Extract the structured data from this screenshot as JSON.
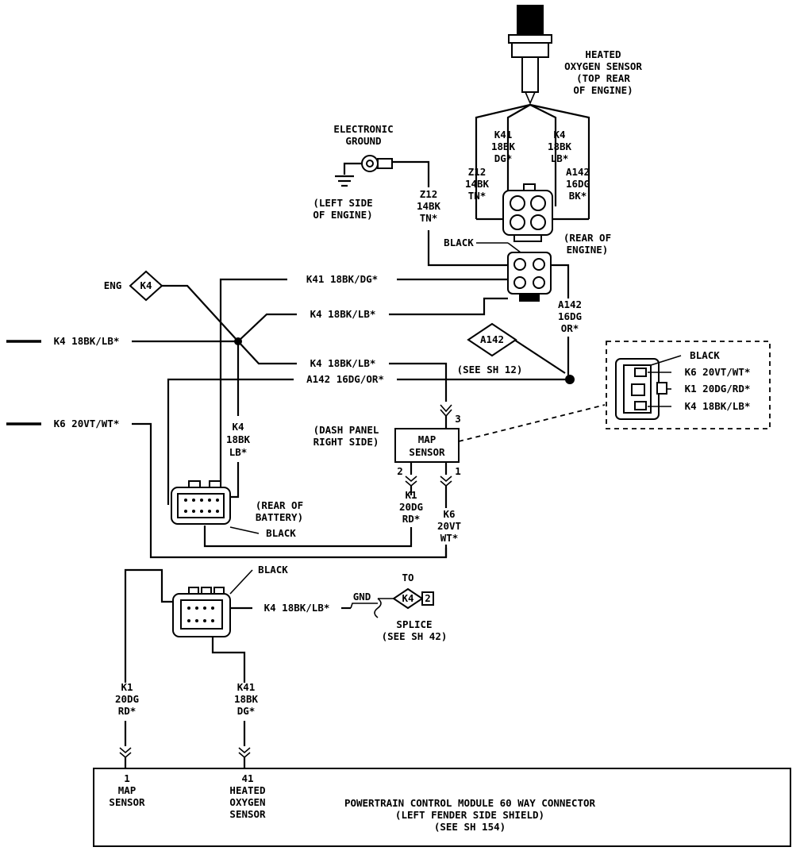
{
  "sensor": {
    "title": [
      "HEATED",
      "OXYGEN SENSOR",
      "(TOP REAR",
      "OF ENGINE)"
    ]
  },
  "sensor_wires": {
    "k41": [
      "K41",
      "18BK",
      "DG*"
    ],
    "k4": [
      "K4",
      "18BK",
      "LB*"
    ],
    "z12": [
      "Z12",
      "14BK",
      "TN*"
    ],
    "a142": [
      "A142",
      "16DG",
      "BK*"
    ]
  },
  "ground": {
    "title": [
      "ELECTRONIC",
      "GROUND"
    ],
    "location": [
      "(LEFT SIDE",
      "OF ENGINE)"
    ],
    "wire": [
      "Z12",
      "14BK",
      "TN*"
    ]
  },
  "rear_engine": {
    "color": "BLACK",
    "location": [
      "(REAR OF",
      "ENGINE)"
    ],
    "a142": [
      "A142",
      "16DG",
      "OR*"
    ]
  },
  "eng_splice": {
    "label": "ENG",
    "tag": "K4"
  },
  "a142_splice": {
    "tag": "A142"
  },
  "wires": {
    "k41_main": "K41 18BK/DG*",
    "k4_main": "K4 18BK/LB*",
    "k4_left": "K4 18BK/LB*",
    "k4_map": "K4 18BK/LB*",
    "see_sh12": "(SEE SH 12)",
    "a142_main": "A142 16DG/OR*",
    "k6_left": "K6 20VT/WT*",
    "k4_vertical": [
      "K4",
      "18BK",
      "LB*"
    ]
  },
  "map_sensor": {
    "name": [
      "MAP",
      "SENSOR"
    ],
    "location": [
      "(DASH PANEL",
      "RIGHT SIDE)"
    ],
    "pins": [
      "3",
      "2",
      "1"
    ],
    "k1": [
      "K1",
      "20DG",
      "RD*"
    ],
    "k6": [
      "K6",
      "20VT",
      "WT*"
    ]
  },
  "map_connector_detail": {
    "color": "BLACK",
    "lines": [
      "K6 20VT/WT*",
      "K1 20DG/RD*",
      "K4 18BK/LB*"
    ]
  },
  "battery_connector": {
    "location": [
      "(REAR OF",
      "BATTERY)"
    ],
    "color": "BLACK"
  },
  "lower_connector": {
    "color": "BLACK",
    "wire": "K4 18BK/LB*",
    "gnd": "GND",
    "splice_to": "TO",
    "splice_tag": "K4",
    "splice_num": "2",
    "splice_label": [
      "SPLICE",
      "(SEE SH 42)"
    ]
  },
  "pcm_wires": {
    "k1": [
      "K1",
      "20DG",
      "RD*"
    ],
    "k41": [
      "K41",
      "18BK",
      "DG*"
    ]
  },
  "pcm": {
    "pin1": [
      "1",
      "MAP",
      "SENSOR"
    ],
    "pin41": [
      "41",
      "HEATED",
      "OXYGEN",
      "SENSOR"
    ],
    "title": [
      "POWERTRAIN CONTROL MODULE 60 WAY CONNECTOR",
      "(LEFT FENDER SIDE SHIELD)",
      "(SEE SH 154)"
    ]
  }
}
